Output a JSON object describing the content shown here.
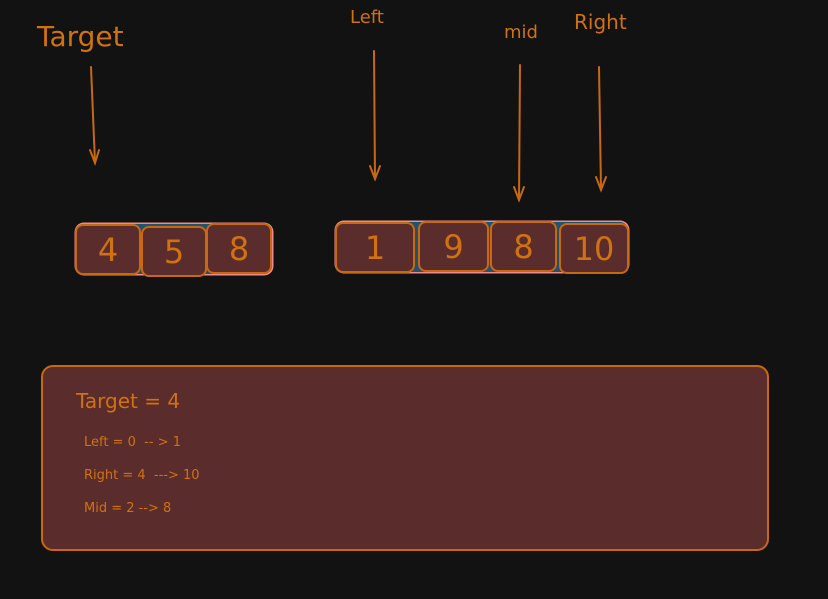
{
  "colors": {
    "background": "#121212",
    "stroke": "#c8690f",
    "text": "#d0720f",
    "cell_fill": "#5b2c2c",
    "group_fill": "#1f5370",
    "group_outline": "#f08a8a"
  },
  "labels": {
    "target": "Target",
    "left": "Left",
    "mid": "mid",
    "right": "Right"
  },
  "target_array": {
    "values": [
      "4",
      "5",
      "8"
    ]
  },
  "search_array": {
    "values": [
      "1",
      "9",
      "8",
      "10"
    ]
  },
  "info_box": {
    "title": "Target = 4",
    "lines": [
      "Left = 0  -- > 1",
      "Right = 4  ---> 10",
      "Mid = 2 --> 8"
    ]
  }
}
